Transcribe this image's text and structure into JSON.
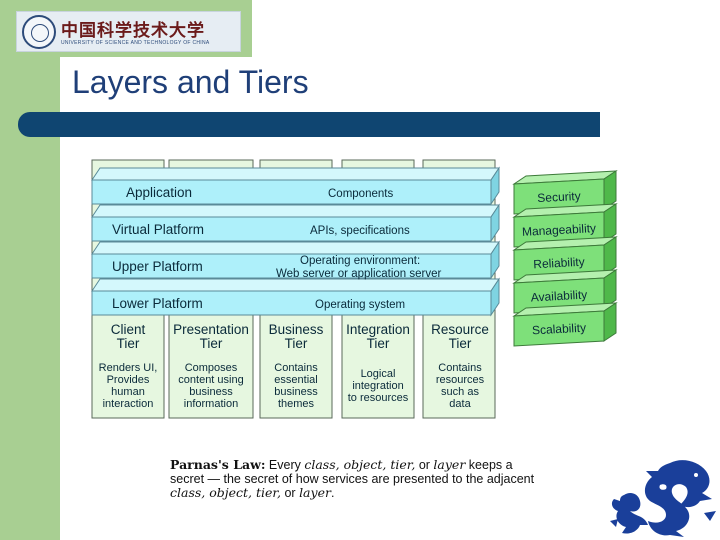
{
  "logo": {
    "cn_text": "中国科学技术大学",
    "en_text": "UNIVERSITY OF SCIENCE AND TECHNOLOGY OF CHINA"
  },
  "title": "Layers and Tiers",
  "layers": [
    {
      "name": "Application",
      "detail": "Components"
    },
    {
      "name": "Virtual Platform",
      "detail": "APIs, specifications"
    },
    {
      "name": "Upper Platform",
      "detail_line1": "Operating environment:",
      "detail_line2": "Web server or application server"
    },
    {
      "name": "Lower Platform",
      "detail": "Operating system"
    }
  ],
  "tiers": [
    {
      "name_line1": "Client",
      "name_line2": "Tier",
      "desc": [
        "Renders UI,",
        "Provides",
        "human",
        "interaction"
      ]
    },
    {
      "name_line1": "Presentation",
      "name_line2": "Tier",
      "desc": [
        "Composes",
        "content using",
        "business",
        "information"
      ]
    },
    {
      "name_line1": "Business",
      "name_line2": "Tier",
      "desc": [
        "Contains",
        "essential",
        "business",
        "themes"
      ]
    },
    {
      "name_line1": "Integration",
      "name_line2": "Tier",
      "desc": [
        "Logical",
        "integration",
        "to resources"
      ]
    },
    {
      "name_line1": "Resource",
      "name_line2": "Tier",
      "desc": [
        "Contains",
        "resources",
        "such as",
        "data"
      ]
    }
  ],
  "qualities": [
    "Security",
    "Manageability",
    "Reliability",
    "Availability",
    "Scalability"
  ],
  "footnote": {
    "law": "Parnas's Law:",
    "t1": " Every ",
    "i1": "class, object, tier,",
    "t2": " or ",
    "i2": "layer",
    "t3": " keeps a secret — the secret of how services are presented to the adjacent ",
    "i3": "class, object, tier,",
    "t4": " or ",
    "i4": "layer",
    "t5": "."
  },
  "colors": {
    "sidebar": "#a8cf92",
    "title_text": "#1f3f78",
    "title_bar": "#0f4571",
    "layer_fill": "#aef0fa",
    "tier_fill": "#e6f7e0",
    "quality_fill": "#7ee07a"
  },
  "icons": {
    "dragon": "dragon-emblem-icon",
    "seal": "university-seal-icon"
  }
}
